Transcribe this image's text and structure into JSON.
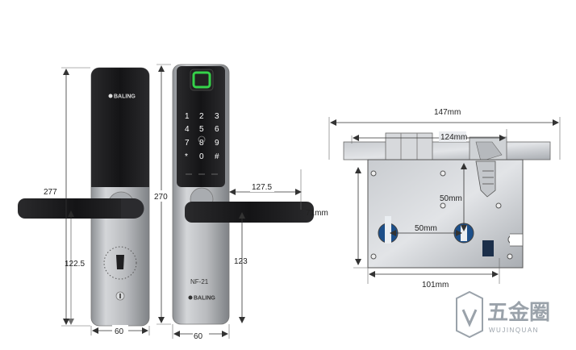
{
  "front_panel": {
    "brand": "BALING",
    "dim_height": "277",
    "dim_handle_height": "122.5",
    "dim_width": "60"
  },
  "back_panel": {
    "brand": "BALING",
    "model": "NF-21",
    "dim_height": "270",
    "dim_handle_length": "127.5",
    "dim_handle_height": "123",
    "dim_width": "60",
    "keypad": [
      "1",
      "2",
      "3",
      "4",
      "5",
      "6",
      "7",
      "8",
      "9",
      "*",
      "0",
      "#"
    ]
  },
  "mortise": {
    "dim_total_length": "147mm",
    "dim_latch_span": "124mm",
    "dim_height": "71mm",
    "dim_vertical_spacing": "50mm",
    "dim_horizontal_spacing": "50mm",
    "dim_body_length": "101mm"
  },
  "watermark": {
    "text": "五金圈",
    "subtext": "WUJINQUAN"
  },
  "colors": {
    "lock_black": "#1b1b1d",
    "lock_silver": "#b6b8bb",
    "fingerprint_green": "#35d24a",
    "dimension_line": "#333333"
  }
}
